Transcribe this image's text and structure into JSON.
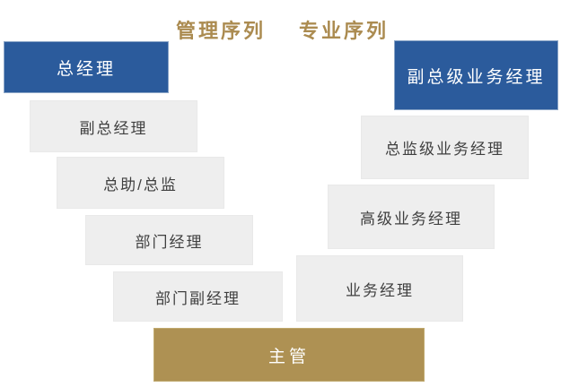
{
  "diagram": {
    "headers": {
      "management": "管理序列",
      "professional": "专业序列"
    },
    "management_track": {
      "top_label": "总经理",
      "levels": [
        "副总经理",
        "总助/总监",
        "部门经理",
        "部门副经理"
      ]
    },
    "professional_track": {
      "top_label": "副总级业务经理",
      "levels": [
        "总监级业务经理",
        "高级业务经理",
        "业务经理"
      ]
    },
    "shared_base": "主管"
  },
  "colors": {
    "accent_blue": "#2b5b9c",
    "accent_gold": "#ae9153",
    "header_text": "#ab8b50",
    "level_fill": "#eeeeee",
    "level_text": "#3f3f3f",
    "top_text": "#ffffff"
  }
}
